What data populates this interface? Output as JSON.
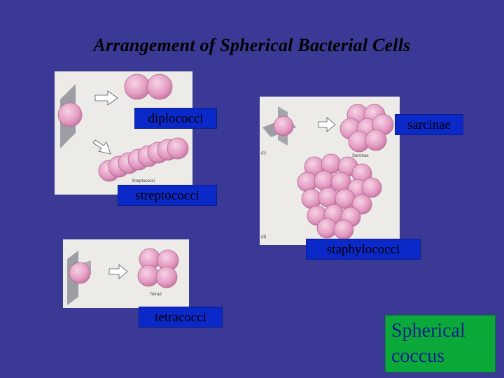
{
  "title": "Arrangement of  Spherical Bacterial Cells",
  "labels": {
    "diplococci": "diplococci",
    "streptococci": "streptococci",
    "sarcinae": "sarcinae",
    "staphylococci": "staphylococci",
    "tetracocci": "tetracocci"
  },
  "figure_tags": {
    "strepto": "Streptococci",
    "sarcinae": "Sarcinae",
    "tetrad": "Tetrad",
    "panel_c": "(c)",
    "panel_d": "(d)"
  },
  "callout": {
    "line1": "Spherical",
    "line2": "coccus"
  },
  "colors": {
    "background": "#3a3a96",
    "label_bg": "#0b28c8",
    "callout_bg": "#0aa93a",
    "callout_text": "#0a1f8a",
    "cell_fill": "#e8a0c6"
  }
}
